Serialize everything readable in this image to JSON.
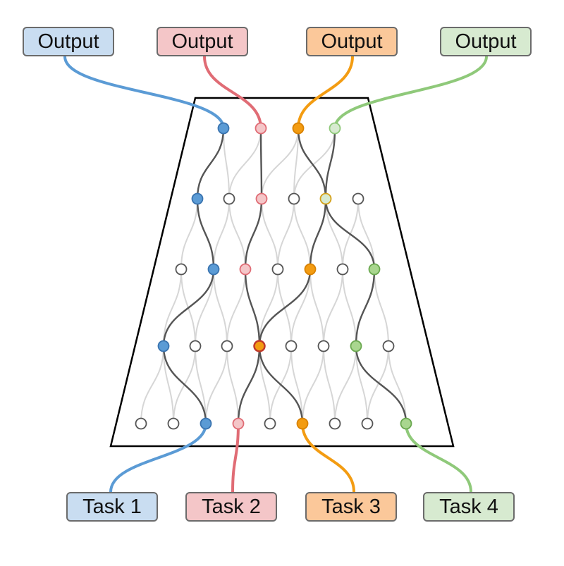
{
  "colors": {
    "blue": "#5b9bd5",
    "blue_fill": "#c9ddf1",
    "red": "#e06c75",
    "red_fill": "#f4c6c8",
    "orange": "#f39c12",
    "orange_fill": "#fbc89a",
    "green": "#8fc97a",
    "green_fill": "#d7ead0",
    "gray_line": "#d6d6d6",
    "dark_line": "#555555"
  },
  "outputs": [
    "Output",
    "Output",
    "Output",
    "Output"
  ],
  "tasks": [
    "Task 1",
    "Task 2",
    "Task 3",
    "Task 4"
  ]
}
